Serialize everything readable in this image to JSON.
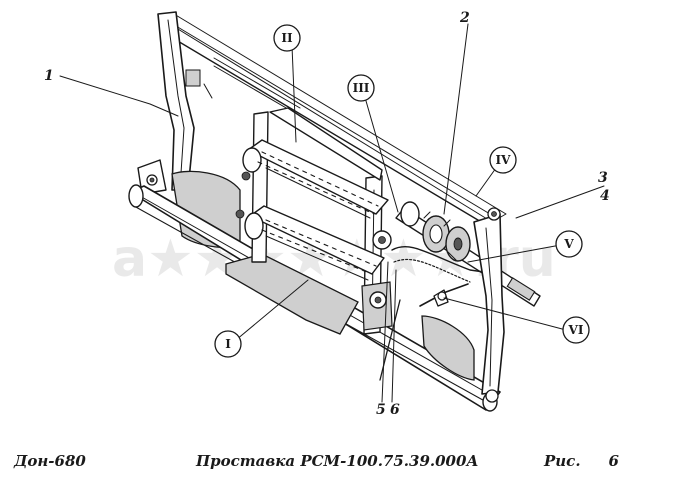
{
  "watermark": "a★★★★★★★.ru",
  "caption": {
    "model": "Дон-680",
    "title": "Проставка РСМ-100.75.39.000А",
    "figure_word": "Рис.",
    "figure_number": "6"
  },
  "callouts": {
    "n1": "1",
    "n2": "2",
    "n3": "3",
    "n4": "4",
    "n5": "5",
    "n6": "6",
    "rI": "I",
    "rII": "II",
    "rIII": "III",
    "rIV": "IV",
    "rV": "V",
    "rVI": "VI"
  }
}
